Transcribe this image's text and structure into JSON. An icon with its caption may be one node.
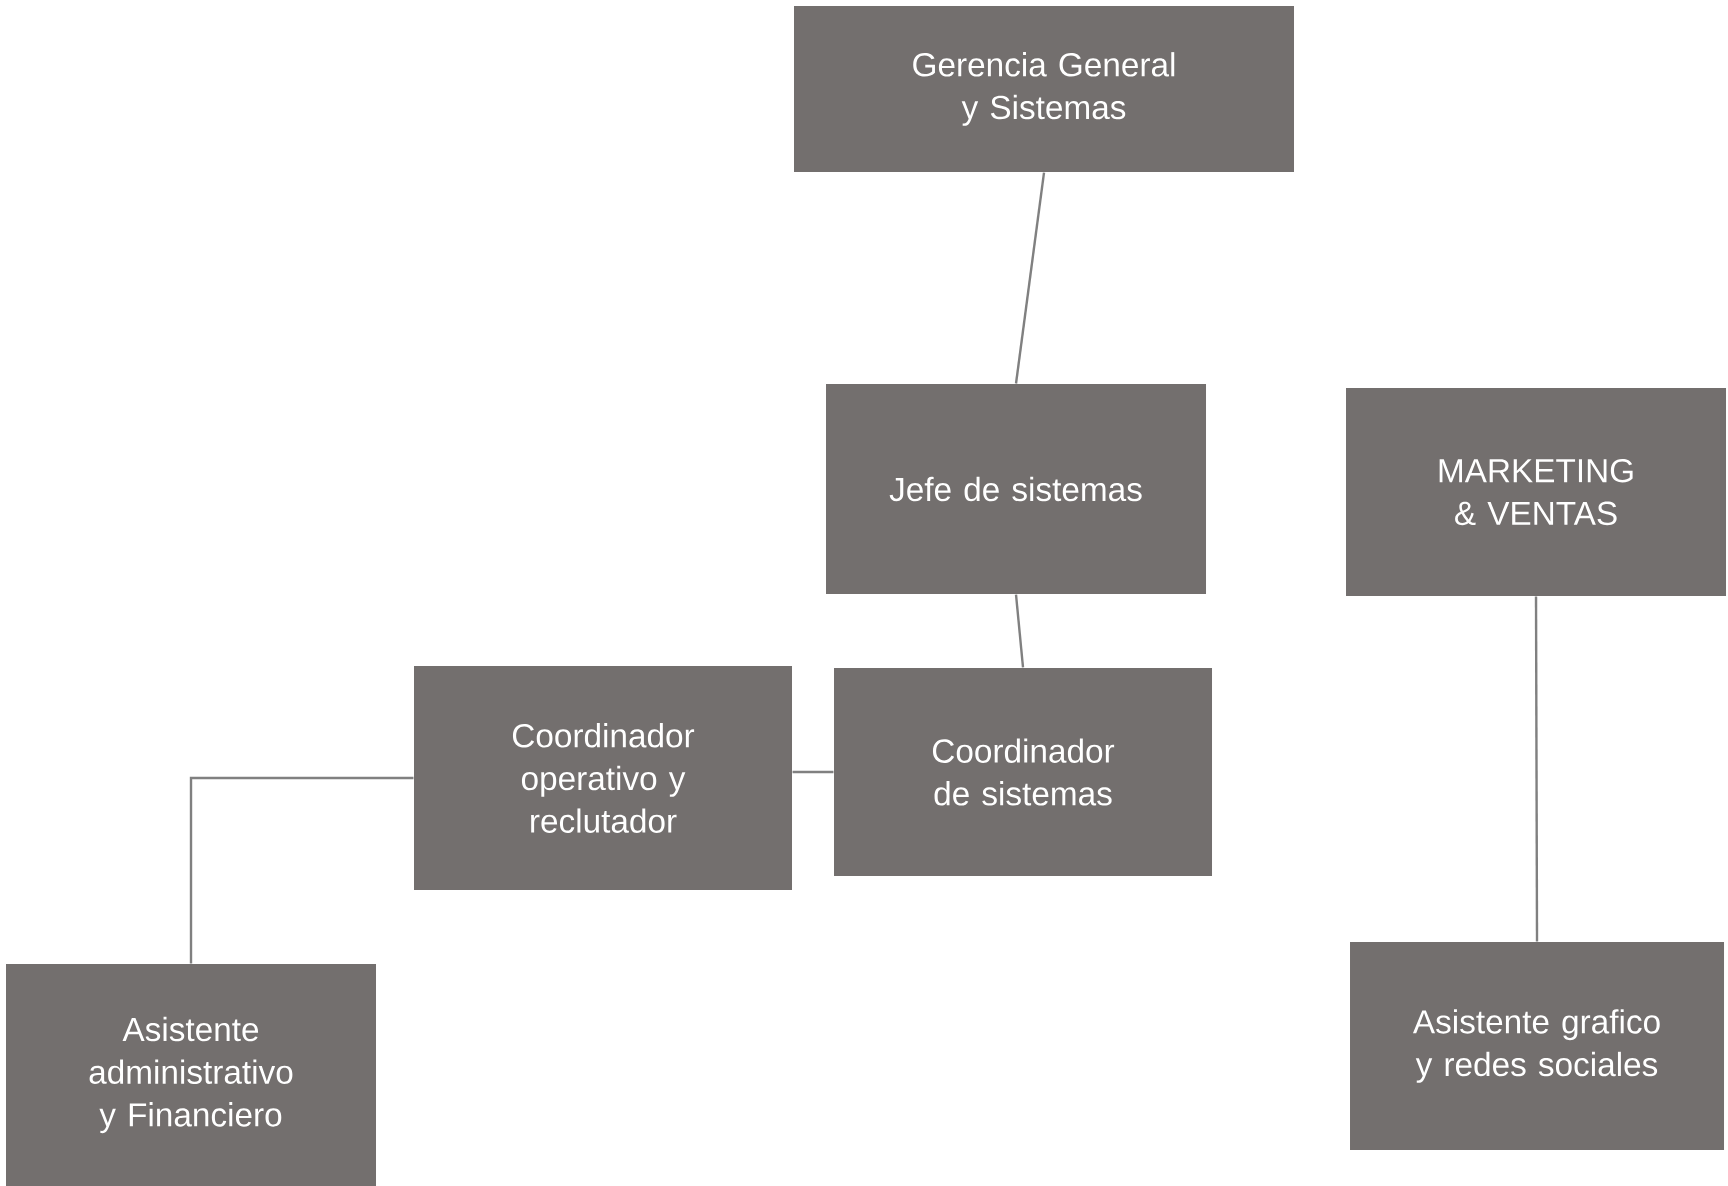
{
  "diagram": {
    "nodes": [
      {
        "text": [
          "Gerencia General y Sistemas"
        ]
      },
      {
        "text": [
          "Jefe de sistemas"
        ]
      },
      {
        "text": [
          "MARKETING & VENTAS"
        ]
      },
      {
        "text": [
          "Coordinador operativo y reclutador"
        ]
      },
      {
        "text": [
          "Coordinador de sistemas"
        ]
      },
      {
        "text": [
          "Asistente administrativo y Financiero"
        ]
      },
      {
        "text": [
          "Asistente grafico y redes sociales"
        ]
      }
    ],
    "edges": [
      {
        "from": 0,
        "to": 1,
        "arrow": "none"
      },
      {
        "from": 1,
        "to": 4,
        "arrow": "none"
      },
      {
        "from": 4,
        "to": 3,
        "arrow": "none"
      },
      {
        "from": 3,
        "to": 5,
        "arrow": "none"
      },
      {
        "from": 2,
        "to": 6,
        "arrow": "none"
      }
    ]
  }
}
